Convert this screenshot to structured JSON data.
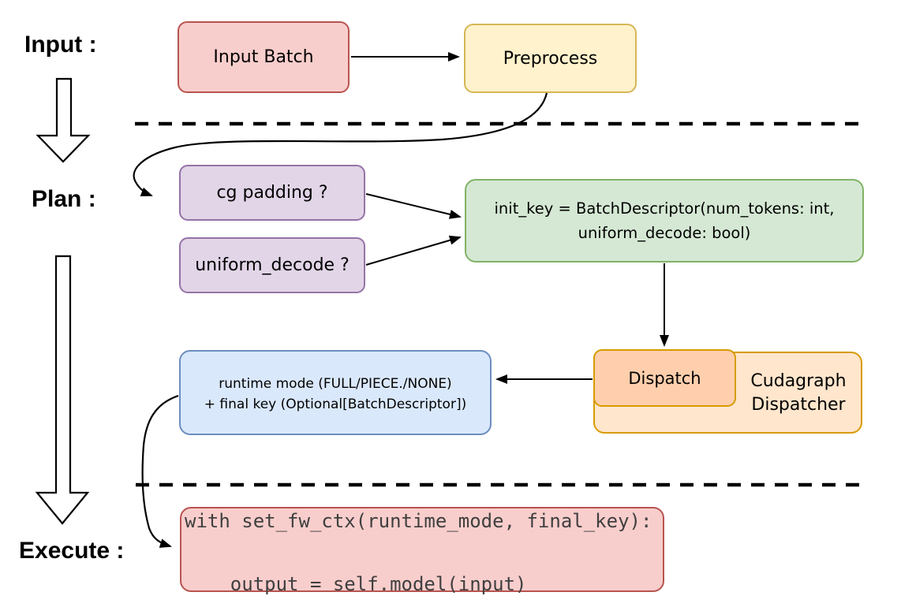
{
  "diagram": {
    "section_labels": {
      "input": "Input :",
      "plan": "Plan :",
      "execute": "Execute :"
    },
    "nodes": {
      "input_batch": {
        "label": "Input Batch",
        "fill": "#f8cecc",
        "stroke": "#b85450"
      },
      "preprocess": {
        "label": "Preprocess",
        "fill": "#fff2cc",
        "stroke": "#d6b656"
      },
      "cg_padding": {
        "label": "cg padding ?",
        "fill": "#e1d5e7",
        "stroke": "#9673a6"
      },
      "uniform_decode": {
        "label": "uniform_decode ?",
        "fill": "#e1d5e7",
        "stroke": "#9673a6"
      },
      "init_key": {
        "line1": "init_key = BatchDescriptor(num_tokens: int,",
        "line2": "uniform_decode: bool)",
        "fill": "#d5e8d4",
        "stroke": "#82b366"
      },
      "cudagraph_dispatcher": {
        "line1": "Cudagraph",
        "line2": "Dispatcher",
        "fill": "#ffe6cc",
        "stroke": "#d79b00"
      },
      "dispatch": {
        "label": "Dispatch",
        "fill": "#ffcfad",
        "stroke": "#d79b00"
      },
      "runtime_result": {
        "line1": "runtime mode (FULL/PIECE./NONE)",
        "line2": "+ final key (Optional[BatchDescriptor])",
        "fill": "#dae8fc",
        "stroke": "#6c8ebf"
      },
      "execute_code": {
        "line1": "with set_fw_ctx(runtime_mode, final_key):",
        "line2": "    output = self.model(input)",
        "fill": "#f8cecc",
        "stroke": "#b85450",
        "text_color": "#3f3f3f"
      }
    },
    "edges": [
      {
        "from": "input_batch",
        "to": "preprocess",
        "style": "straight-arrow"
      },
      {
        "from": "preprocess",
        "to": "cg_padding",
        "style": "curved-arrow"
      },
      {
        "from": "cg_padding",
        "to": "init_key",
        "style": "straight-arrow"
      },
      {
        "from": "uniform_decode",
        "to": "init_key",
        "style": "straight-arrow"
      },
      {
        "from": "init_key",
        "to": "dispatch",
        "style": "straight-arrow"
      },
      {
        "from": "dispatch",
        "to": "runtime_result",
        "style": "straight-arrow"
      },
      {
        "from": "runtime_result",
        "to": "execute_code",
        "style": "curved-arrow"
      }
    ],
    "separators": {
      "count": 2,
      "style": "dashed",
      "color": "#000000"
    },
    "arrow_color": "#000000"
  }
}
